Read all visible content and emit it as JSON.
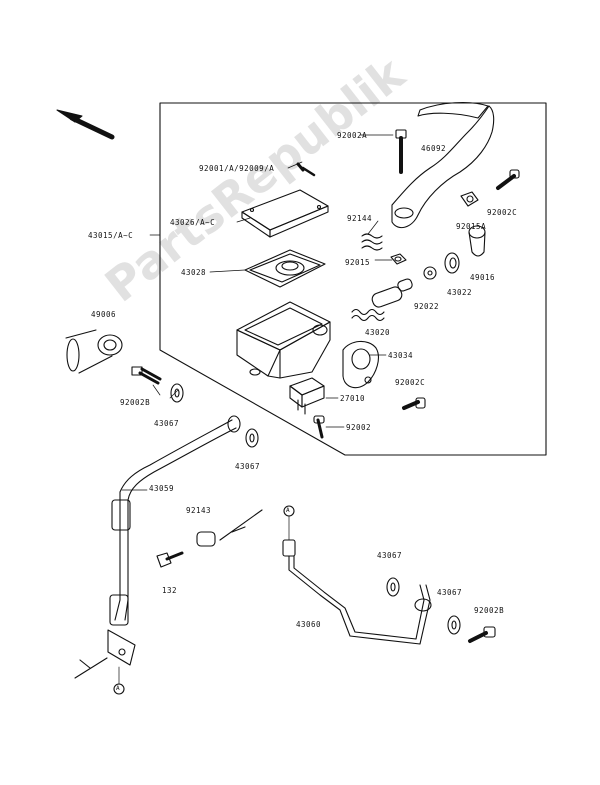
{
  "watermark": "PartsRepublik",
  "circle_marker": "A",
  "parts": {
    "p92002A": "92002A",
    "p46092": "46092",
    "p92001": "92001/A/92009/A",
    "p92002C_top": "92002C",
    "p43026": "43026/A~C",
    "p92144": "92144",
    "p92015A": "92015A",
    "p43015": "43015/A~C",
    "p43028": "43028",
    "p92015": "92015",
    "p49016": "49016",
    "p43022a": "43022",
    "p92022": "92022",
    "p49006": "49006",
    "p43020": "43020",
    "p43034": "43034",
    "p92002B": "92002B",
    "p92002C_mid": "92002C",
    "p43067a": "43067",
    "p27010": "27010",
    "p92002": "92002",
    "p43067b": "43067",
    "p43059": "43059",
    "p92143": "92143",
    "p132": "132",
    "p43067c": "43067",
    "p43067d": "43067",
    "p92002B_b": "92002B",
    "p43060": "43060"
  }
}
